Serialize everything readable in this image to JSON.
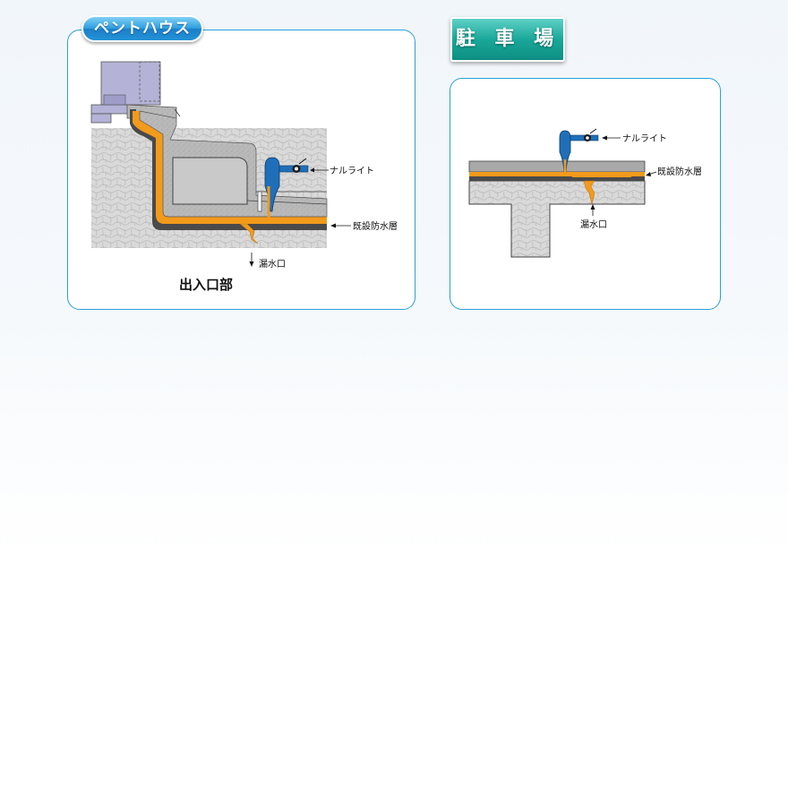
{
  "penthouse": {
    "tag": "ペントハウス",
    "labels": {
      "nalight": "ナルライト",
      "existing_layer": "既設防水層",
      "leak_point": "漏水口",
      "caption": "出入口部"
    }
  },
  "parking": {
    "tag": "駐 車 場",
    "labels": {
      "nalight": "ナルライト",
      "existing_layer": "既設防水層",
      "leak_point": "漏水口"
    }
  },
  "colors": {
    "accent_blue": "#2aa0d8",
    "accent_teal": "#19a89a",
    "resin_orange": "#f29a1b",
    "membrane_dark": "#4a4a4a",
    "injector_blue": "#1f6fb8",
    "wall_purple": "#b4b2d6"
  }
}
